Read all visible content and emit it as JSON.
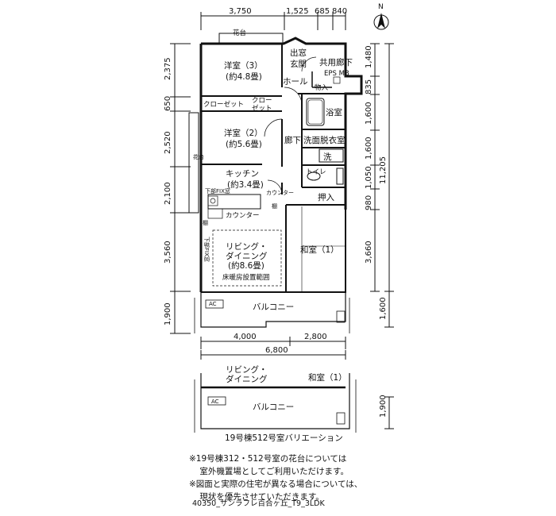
{
  "compass": {
    "label": "N"
  },
  "dimensions": {
    "top": [
      "3,750",
      "1,525",
      "685",
      "840"
    ],
    "left": [
      "2,375",
      "650",
      "2,520",
      "2,100",
      "3,560",
      "1,900"
    ],
    "right_inner": [
      "1,480",
      "835",
      "1,600",
      "1,600",
      "1,050",
      "980",
      "3,660",
      "1,600"
    ],
    "right_total": "11,205",
    "bottom_parts": [
      "4,000",
      "2,800"
    ],
    "bottom_total": "6,800",
    "variation_right": "1,900"
  },
  "rooms": {
    "hanadai_top": "花台",
    "hanadai_left": "花台",
    "western3": "洋室（3）",
    "western3_size": "(約4.8畳)",
    "demado": "出窓",
    "entrance": "玄関",
    "kyoyo": "共用廊下",
    "eps_mb": "EPS  MB",
    "hall": "ホール",
    "storage": "物入",
    "closet1": "クローゼット",
    "closet2a": "クロー",
    "closet2b": "ゼット",
    "bath": "浴室",
    "western2": "洋室（2）",
    "western2_size": "(約5.6畳)",
    "corridor": "廊下",
    "washroom": "洗面脱衣室",
    "wash": "洗",
    "kitchen": "キッチン",
    "kitchen_size": "(約3.4畳)",
    "toilet": "トイレ",
    "lower_fix": "下部FIX窓",
    "counter_small": "カウンター",
    "oshiire": "押入",
    "counter": "カウンター",
    "shelf": "棚",
    "shelf2": "棚",
    "living1": "リビング・",
    "living2": "ダイニング",
    "living_size": "(約8.6畳)",
    "floor_heating": "床暖房設置範囲",
    "lower_fix_v": "下部FIX窓",
    "japanese": "和室（1）",
    "ac": "AC",
    "balcony": "バルコニー"
  },
  "variation": {
    "living1": "リビング・",
    "living2": "ダイニング",
    "japanese": "和室（1）",
    "ac": "AC",
    "balcony": "バルコニー",
    "caption": "19号棟512号室バリエーション"
  },
  "notes": [
    "※19号棟312・512号室の花台については",
    "    室外機置場としてご利用いただけます。",
    "※図面と実際の住宅が異なる場合については、",
    "    現状を優先させていただきます。"
  ],
  "code": "40350_サンラフレ百合ヶ丘_T9_3LDK"
}
